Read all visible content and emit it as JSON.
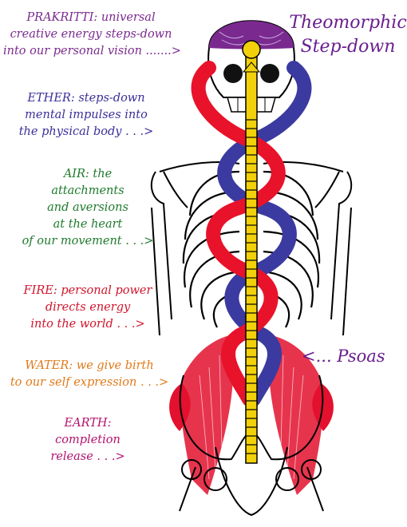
{
  "title": {
    "line1": "Theomorphic",
    "line2": "Step-down"
  },
  "blocks": [
    {
      "id": "prakritti",
      "color": "#7a2a8f",
      "lines": [
        "PRAKRITTI: universal",
        "creative energy steps-down",
        "into our personal vision .......>"
      ]
    },
    {
      "id": "ether",
      "color": "#3a2f9a",
      "lines": [
        "ETHER: steps-down",
        "mental impulses into",
        "the physical body . . .>"
      ]
    },
    {
      "id": "air",
      "color": "#1f7a2c",
      "lines": [
        "AIR: the",
        "attachments",
        "and aversions",
        "at the heart",
        "of our movement . . .>"
      ]
    },
    {
      "id": "fire",
      "color": "#d0152b",
      "lines": [
        "FIRE: personal power",
        "directs energy",
        "into the world . . .>"
      ]
    },
    {
      "id": "water",
      "color": "#e07a1a",
      "lines": [
        "WATER: we give birth",
        "to our self expression . . .>"
      ]
    },
    {
      "id": "earth",
      "color": "#b3126e",
      "lines": [
        "EARTH:",
        "completion",
        "release . . .>"
      ]
    }
  ],
  "psoas_label": "<... Psoas",
  "colors": {
    "purple": "#6a1f8f",
    "red": "#e8122a",
    "blue": "#3b3aa0",
    "yellow": "#f2d10a",
    "muscle": "#e3102e"
  }
}
